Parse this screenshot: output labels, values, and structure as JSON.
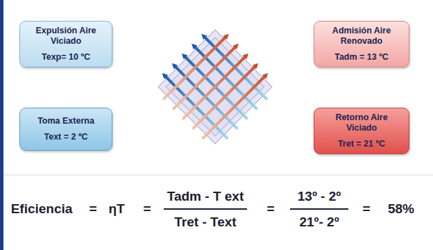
{
  "diagram": {
    "nodes": [
      {
        "text": [
          "Expulsión Aire Viciado",
          "Texp= 10 ºC"
        ]
      },
      {
        "text": [
          "Admisión Aire Renovado",
          "Tadm = 13 ºC"
        ]
      },
      {
        "text": [
          "Toma Externa",
          "Text = 2 ºC"
        ]
      },
      {
        "text": [
          "Retorno Aire Viciado",
          "Tret = 21 ºC"
        ]
      }
    ],
    "labels": [
      "Eficiencia",
      "=",
      "ηT",
      "=",
      "Tadm - T ext",
      "Tret - Text",
      "=",
      "13º - 2º",
      "21º- 2º",
      "=",
      "58%"
    ]
  }
}
